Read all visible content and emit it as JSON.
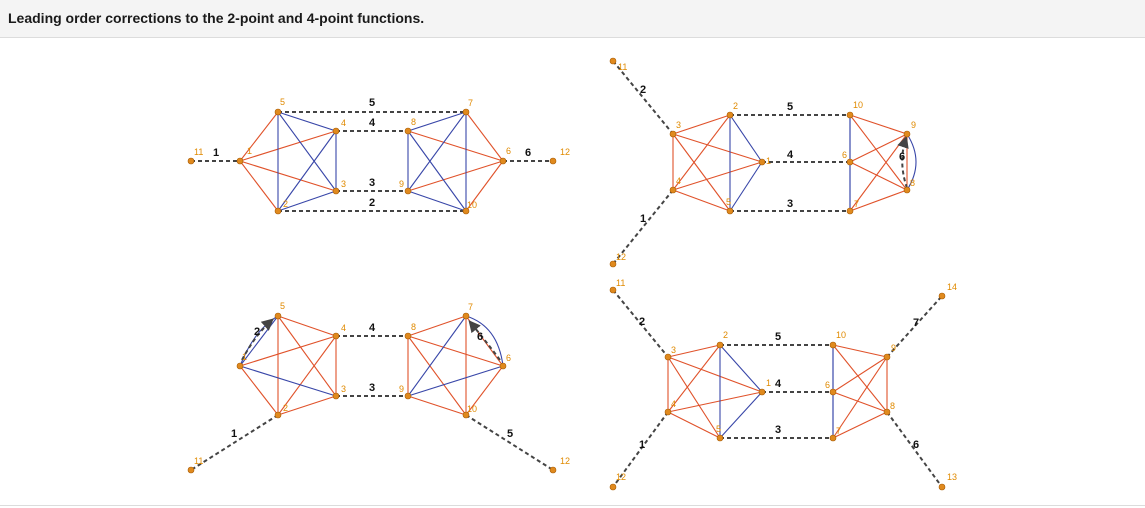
{
  "caption": "Leading order corrections to the 2-point and 4-point functions.",
  "colors": {
    "red_edge": "#e0522a",
    "blue_edge": "#3846a8",
    "dashed_edge": "#444444",
    "node": "#e08a1e",
    "node_label": "#e08a00",
    "edge_label": "#111111"
  },
  "diagrams": [
    {
      "id": "top-left",
      "node_labels": [
        "1",
        "2",
        "3",
        "4",
        "5",
        "6",
        "7",
        "8",
        "9",
        "10",
        "11",
        "12"
      ],
      "edge_labels": [
        "1",
        "2",
        "3",
        "4",
        "5",
        "6"
      ]
    },
    {
      "id": "top-right",
      "node_labels": [
        "1",
        "2",
        "3",
        "4",
        "5",
        "6",
        "7",
        "8",
        "9",
        "10",
        "11",
        "12"
      ],
      "edge_labels": [
        "1",
        "2",
        "3",
        "4",
        "5",
        "6"
      ]
    },
    {
      "id": "bottom-left",
      "node_labels": [
        "1",
        "2",
        "3",
        "4",
        "5",
        "6",
        "7",
        "8",
        "9",
        "10",
        "11",
        "12"
      ],
      "edge_labels": [
        "1",
        "2",
        "3",
        "4",
        "5",
        "6"
      ]
    },
    {
      "id": "bottom-right",
      "node_labels": [
        "1",
        "2",
        "3",
        "4",
        "5",
        "6",
        "7",
        "8",
        "9",
        "10",
        "11",
        "12",
        "13",
        "14"
      ],
      "edge_labels": [
        "1",
        "2",
        "3",
        "4",
        "5",
        "6",
        "7"
      ]
    }
  ]
}
